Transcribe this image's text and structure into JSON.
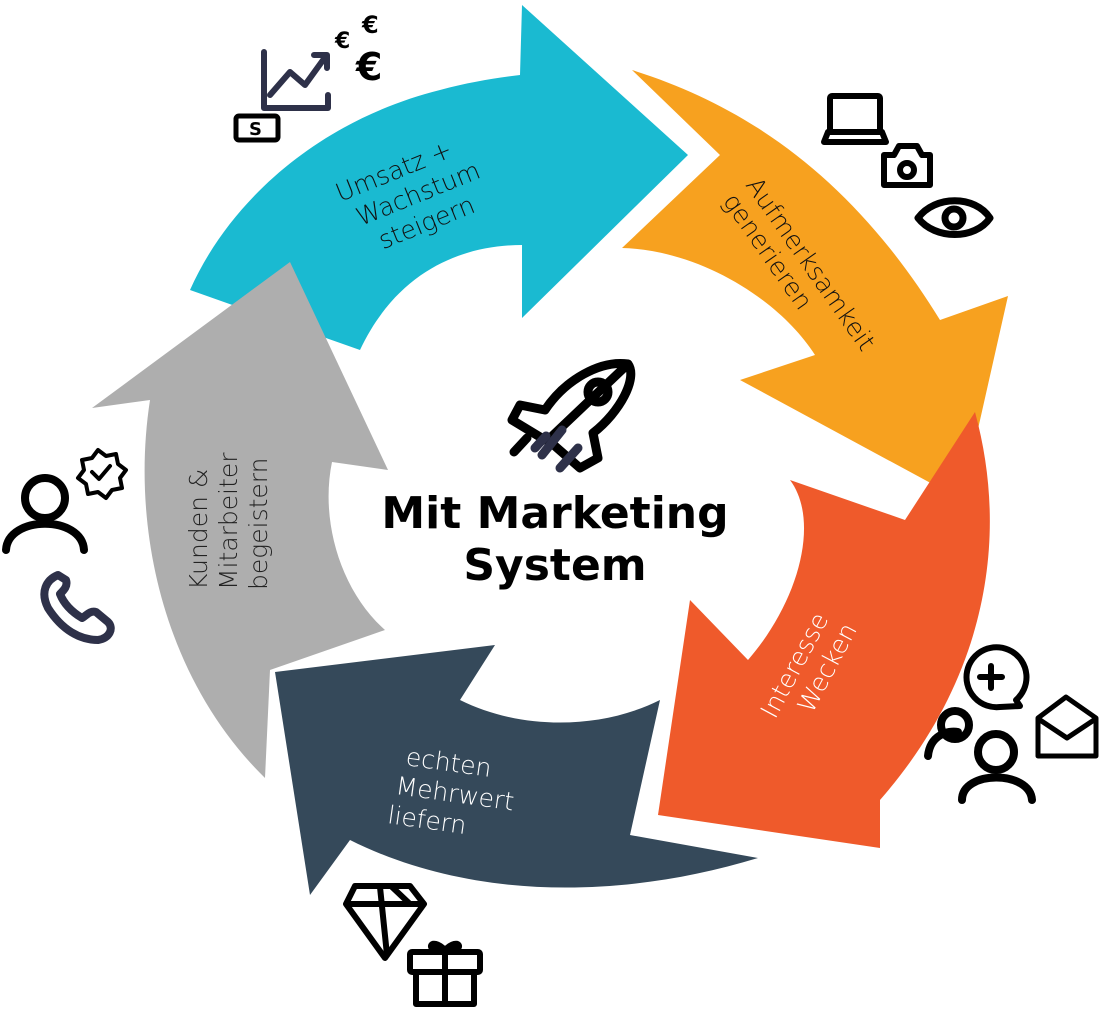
{
  "center": {
    "title_line1": "Mit Marketing",
    "title_line2": "System",
    "icon": "rocket-icon"
  },
  "steps": [
    {
      "id": "umsatz",
      "lines": [
        "Umsatz +",
        "Wachstum",
        "steigern"
      ],
      "color": "#1ABAD1",
      "text_color": "#111111",
      "icons": [
        "trend-up-chart-icon",
        "euro-icon",
        "euro-icon",
        "euro-icon",
        "banknote-icon"
      ]
    },
    {
      "id": "aufmerksamkeit",
      "lines": [
        "Aufmerksamkeit",
        "generieren"
      ],
      "color": "#F7A11F",
      "text_color": "#111111",
      "icons": [
        "laptop-icon",
        "camera-icon",
        "eye-icon"
      ]
    },
    {
      "id": "interesse",
      "lines": [
        "Interesse",
        "Wecken"
      ],
      "color": "#EF5A2B",
      "text_color": "#FFFFFF",
      "icons": [
        "add-chat-icon",
        "users-icon",
        "envelope-icon"
      ]
    },
    {
      "id": "mehrwert",
      "lines": [
        "echten",
        "Mehrwert",
        "liefern"
      ],
      "color": "#35495A",
      "text_color": "#FFFFFF",
      "icons": [
        "diamond-icon",
        "gift-icon"
      ]
    },
    {
      "id": "kunden",
      "lines": [
        "Kunden &",
        "Mitarbeiter",
        "begeistern"
      ],
      "color": "#AEAEAE",
      "text_color": "#222222",
      "icons": [
        "user-icon",
        "verified-badge-icon",
        "phone-icon"
      ]
    }
  ],
  "colors": {
    "icon_dark": "#000000",
    "icon_navy": "#2E3149"
  },
  "euro_symbol": "€",
  "dollar_symbol": "S"
}
